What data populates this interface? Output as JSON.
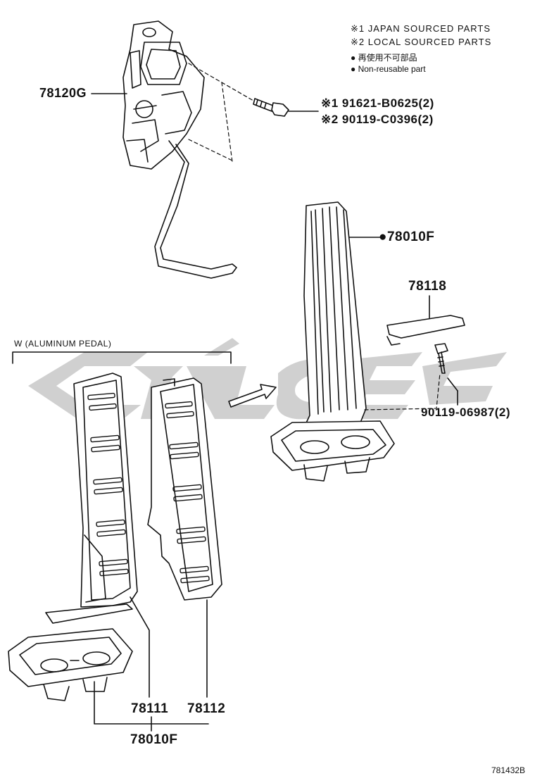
{
  "legend": {
    "note1": "※1 JAPAN SOURCED PARTS",
    "note2": "※2 LOCAL SOURCED PARTS",
    "note3": "● 再使用不可部品",
    "note4": "● Non-reusable part"
  },
  "parts": {
    "sensor": "78120G",
    "bolt1": "※1 91621-B0625(2)",
    "bolt2": "※2 90119-C0396(2)",
    "pedal_assy_nonreusable": "●78010F",
    "cover": "78118",
    "screw": "90119-06987(2)",
    "aluminum_pedal_note": "W (ALUMINUM PEDAL)",
    "pad_left": "78111",
    "pad_right": "78112",
    "pedal_assy": "78010F"
  },
  "diagram_id": "781432B",
  "colors": {
    "line": "#111111",
    "watermark": "#c8c8c8"
  }
}
